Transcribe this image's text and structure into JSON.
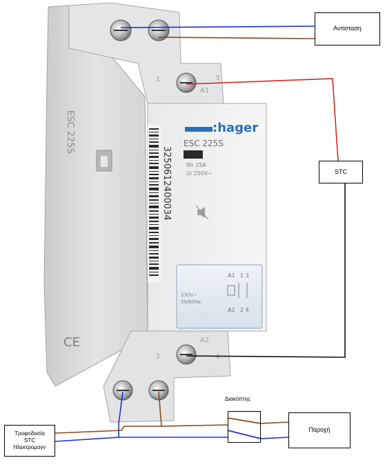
{
  "labels": {
    "resistance": "Αντίσταση",
    "stc": "STC",
    "supply": "Παροχή",
    "switch": "Διακόπτης",
    "feed_line1": "Τροφοδοσία",
    "feed_line2": "STC",
    "feed_line3": "Ηλεκτρομαγν"
  },
  "device": {
    "brand": ":hager",
    "model": "ESC 225S",
    "rating_line1": "Ith 25A",
    "rating_line2": "Ui 250V~",
    "barcode_number": "3250612400034",
    "terminal_top_left": "1",
    "terminal_top_right": "3",
    "terminal_a1": "A1",
    "terminal_a2": "A2",
    "terminal_bottom_left": "2",
    "terminal_bottom_right": "4",
    "window_a1": "A1",
    "window_13": "1 3",
    "window_a2": "A2",
    "window_24": "2 4",
    "window_v1": "230V~",
    "window_v2": "50/60Hz",
    "side_text": "ESC 225S",
    "ce_mark": "CE"
  },
  "wire_colors": {
    "blue": "#1b2fd6",
    "brown": "#8a4a1c",
    "red": "#d8261c",
    "black": "#111111"
  }
}
